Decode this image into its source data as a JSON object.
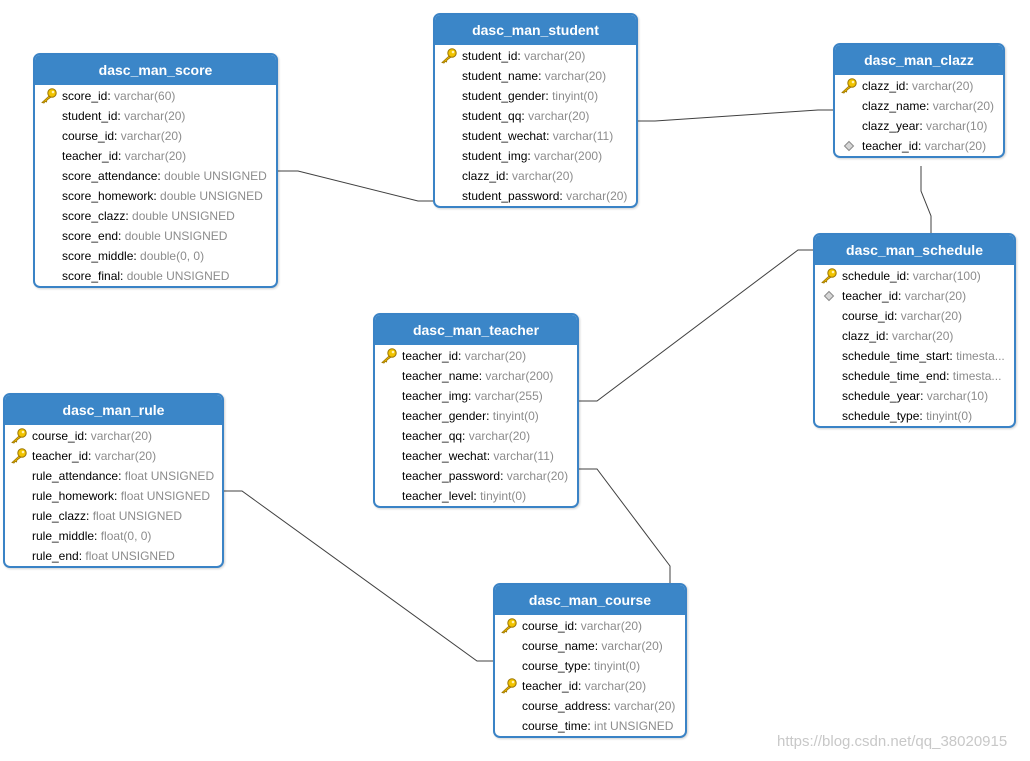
{
  "tables": [
    {
      "id": "score",
      "name": "dasc_man_score",
      "fields": [
        {
          "name": "score_id",
          "type": "varchar(60)",
          "icon": "key"
        },
        {
          "name": "student_id",
          "type": "varchar(20)",
          "icon": "none"
        },
        {
          "name": "course_id",
          "type": "varchar(20)",
          "icon": "none"
        },
        {
          "name": "teacher_id",
          "type": "varchar(20)",
          "icon": "none"
        },
        {
          "name": "score_attendance",
          "type": "double UNSIGNED",
          "icon": "none"
        },
        {
          "name": "score_homework",
          "type": "double UNSIGNED",
          "icon": "none"
        },
        {
          "name": "score_clazz",
          "type": "double UNSIGNED",
          "icon": "none"
        },
        {
          "name": "score_end",
          "type": "double UNSIGNED",
          "icon": "none"
        },
        {
          "name": "score_middle",
          "type": "double(0, 0)",
          "icon": "none"
        },
        {
          "name": "score_final",
          "type": "double UNSIGNED",
          "icon": "none"
        }
      ]
    },
    {
      "id": "student",
      "name": "dasc_man_student",
      "fields": [
        {
          "name": "student_id",
          "type": "varchar(20)",
          "icon": "key"
        },
        {
          "name": "student_name",
          "type": "varchar(20)",
          "icon": "none"
        },
        {
          "name": "student_gender",
          "type": "tinyint(0)",
          "icon": "none"
        },
        {
          "name": "student_qq",
          "type": "varchar(20)",
          "icon": "none"
        },
        {
          "name": "student_wechat",
          "type": "varchar(11)",
          "icon": "none"
        },
        {
          "name": "student_img",
          "type": "varchar(200)",
          "icon": "none"
        },
        {
          "name": "clazz_id",
          "type": "varchar(20)",
          "icon": "none"
        },
        {
          "name": "student_password",
          "type": "varchar(20)",
          "icon": "none"
        }
      ]
    },
    {
      "id": "clazz",
      "name": "dasc_man_clazz",
      "fields": [
        {
          "name": "clazz_id",
          "type": "varchar(20)",
          "icon": "key"
        },
        {
          "name": "clazz_name",
          "type": "varchar(20)",
          "icon": "none"
        },
        {
          "name": "clazz_year",
          "type": "varchar(10)",
          "icon": "none"
        },
        {
          "name": "teacher_id",
          "type": "varchar(20)",
          "icon": "diamond"
        }
      ]
    },
    {
      "id": "schedule",
      "name": "dasc_man_schedule",
      "fields": [
        {
          "name": "schedule_id",
          "type": "varchar(100)",
          "icon": "key"
        },
        {
          "name": "teacher_id",
          "type": "varchar(20)",
          "icon": "diamond"
        },
        {
          "name": "course_id",
          "type": "varchar(20)",
          "icon": "none"
        },
        {
          "name": "clazz_id",
          "type": "varchar(20)",
          "icon": "none"
        },
        {
          "name": "schedule_time_start",
          "type": "timesta...",
          "icon": "none"
        },
        {
          "name": "schedule_time_end",
          "type": "timesta...",
          "icon": "none"
        },
        {
          "name": "schedule_year",
          "type": "varchar(10)",
          "icon": "none"
        },
        {
          "name": "schedule_type",
          "type": "tinyint(0)",
          "icon": "none"
        }
      ]
    },
    {
      "id": "teacher",
      "name": "dasc_man_teacher",
      "fields": [
        {
          "name": "teacher_id",
          "type": "varchar(20)",
          "icon": "key"
        },
        {
          "name": "teacher_name",
          "type": "varchar(200)",
          "icon": "none"
        },
        {
          "name": "teacher_img",
          "type": "varchar(255)",
          "icon": "none"
        },
        {
          "name": "teacher_gender",
          "type": "tinyint(0)",
          "icon": "none"
        },
        {
          "name": "teacher_qq",
          "type": "varchar(20)",
          "icon": "none"
        },
        {
          "name": "teacher_wechat",
          "type": "varchar(11)",
          "icon": "none"
        },
        {
          "name": "teacher_password",
          "type": "varchar(20)",
          "icon": "none"
        },
        {
          "name": "teacher_level",
          "type": "tinyint(0)",
          "icon": "none"
        }
      ]
    },
    {
      "id": "rule",
      "name": "dasc_man_rule",
      "fields": [
        {
          "name": "course_id",
          "type": "varchar(20)",
          "icon": "key"
        },
        {
          "name": "teacher_id",
          "type": "varchar(20)",
          "icon": "key"
        },
        {
          "name": "rule_attendance",
          "type": "float UNSIGNED",
          "icon": "none"
        },
        {
          "name": "rule_homework",
          "type": "float UNSIGNED",
          "icon": "none"
        },
        {
          "name": "rule_clazz",
          "type": "float UNSIGNED",
          "icon": "none"
        },
        {
          "name": "rule_middle",
          "type": "float(0, 0)",
          "icon": "none"
        },
        {
          "name": "rule_end",
          "type": "float UNSIGNED",
          "icon": "none"
        }
      ]
    },
    {
      "id": "course",
      "name": "dasc_man_course",
      "fields": [
        {
          "name": "course_id",
          "type": "varchar(20)",
          "icon": "key"
        },
        {
          "name": "course_name",
          "type": "varchar(20)",
          "icon": "none"
        },
        {
          "name": "course_type",
          "type": "tinyint(0)",
          "icon": "none"
        },
        {
          "name": "teacher_id",
          "type": "varchar(20)",
          "icon": "key"
        },
        {
          "name": "course_address",
          "type": "varchar(20)",
          "icon": "none"
        },
        {
          "name": "course_time",
          "type": "int UNSIGNED",
          "icon": "none"
        }
      ]
    }
  ],
  "relationships": [
    {
      "from": "score",
      "to": "student"
    },
    {
      "from": "student",
      "to": "clazz"
    },
    {
      "from": "clazz",
      "to": "schedule"
    },
    {
      "from": "teacher",
      "to": "schedule"
    },
    {
      "from": "teacher",
      "to": "course"
    },
    {
      "from": "rule",
      "to": "course"
    }
  ],
  "watermark": "https://blog.csdn.net/qq_38020915",
  "colors": {
    "header": "#3b86c8",
    "border": "#3a83c6",
    "type_text": "#8c8c8c",
    "key_icon": "#e8b400",
    "connector": "#404040"
  }
}
